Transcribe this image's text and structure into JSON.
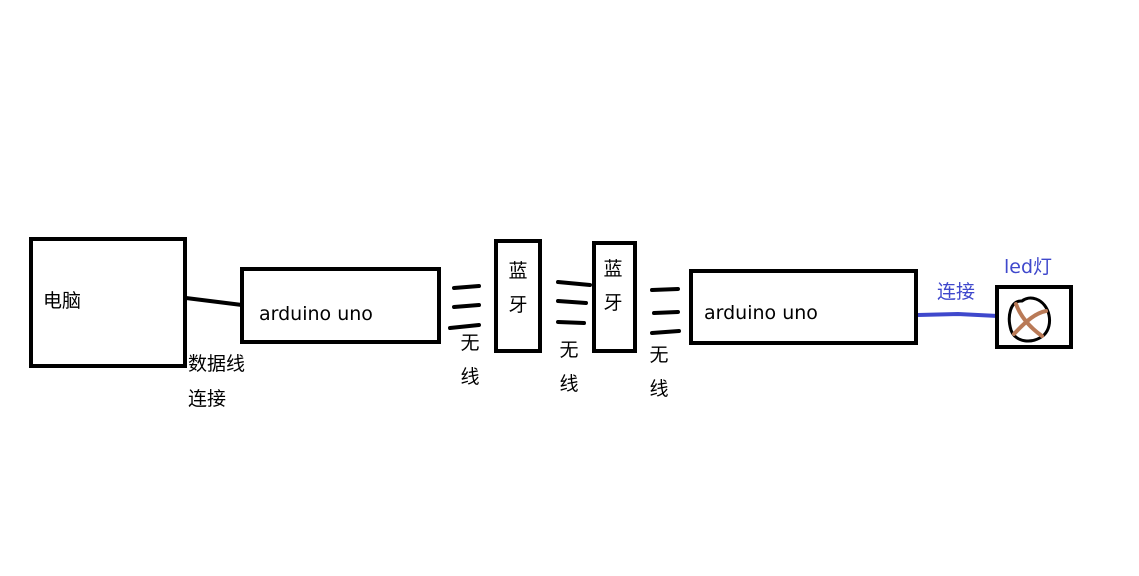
{
  "nodes": {
    "computer": {
      "label": "电脑"
    },
    "arduino_left": {
      "label": "arduino uno"
    },
    "bluetooth_left": {
      "label": "蓝牙"
    },
    "bluetooth_right": {
      "label": "蓝牙"
    },
    "arduino_right": {
      "label": "arduino uno"
    },
    "led": {
      "label": "led灯"
    }
  },
  "edges": {
    "data_cable": {
      "label_line1": "数据线",
      "label_line2": "连接"
    },
    "wireless_1": {
      "label": "无线"
    },
    "wireless_2": {
      "label": "无线"
    },
    "wireless_3": {
      "label": "无线"
    },
    "led_connection": {
      "label": "连接"
    }
  },
  "colors": {
    "outline": "#000000",
    "connection_blue": "#3f48cc",
    "led_cross": "#b97a57"
  }
}
